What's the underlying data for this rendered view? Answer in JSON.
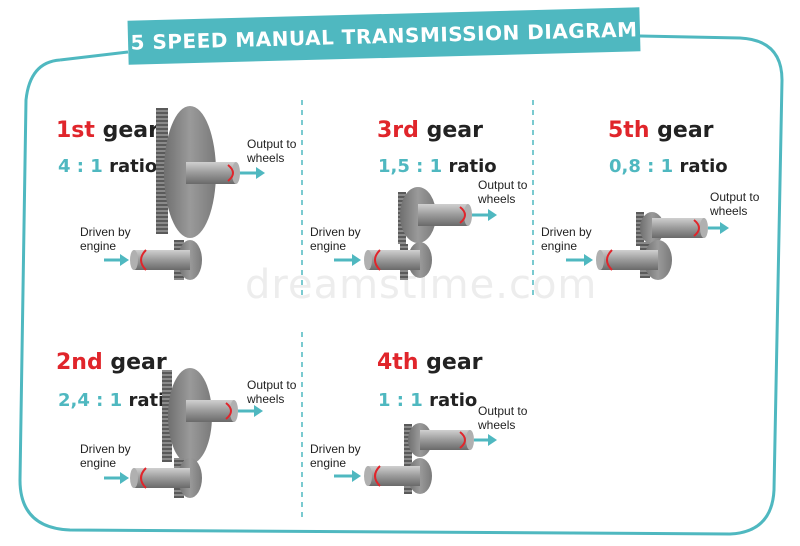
{
  "title": "5 SPEED MANUAL TRANSMISSION DIAGRAM",
  "watermark": "dreamstime.com",
  "labels": {
    "output": "Output to wheels",
    "input": "Driven by engine"
  },
  "gears": [
    {
      "id": "1st",
      "num": "1st",
      "word": "gear",
      "ratio_value": "4 : 1",
      "ratio_word": "ratio"
    },
    {
      "id": "2nd",
      "num": "2nd",
      "word": "gear",
      "ratio_value": "2,4 : 1",
      "ratio_word": "ratio"
    },
    {
      "id": "3rd",
      "num": "3rd",
      "word": "gear",
      "ratio_value": "1,5 : 1",
      "ratio_word": "ratio"
    },
    {
      "id": "4th",
      "num": "4th",
      "word": "gear",
      "ratio_value": "1 : 1",
      "ratio_word": "ratio"
    },
    {
      "id": "5th",
      "num": "5th",
      "word": "gear",
      "ratio_value": "0,8 : 1",
      "ratio_word": "ratio"
    }
  ],
  "colors": {
    "accent": "#4fb8c0",
    "red": "#e0252b",
    "gear_gray": "#8a8a8a"
  }
}
